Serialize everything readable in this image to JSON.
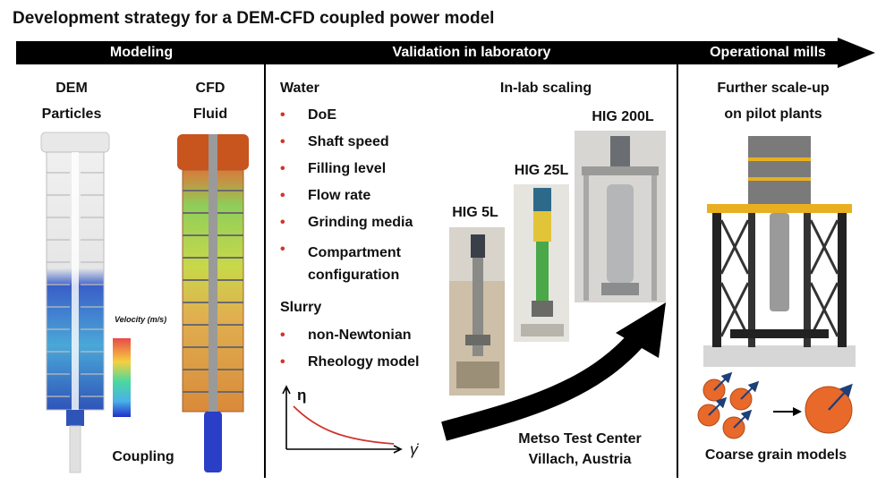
{
  "title": "Development strategy for a DEM-CFD coupled power model",
  "banner": {
    "sections": [
      "Modeling",
      "Validation in laboratory",
      "Operational mills"
    ],
    "colors": {
      "fill": "#000000",
      "text": "#ffffff"
    }
  },
  "modeling": {
    "dem_title": "DEM",
    "dem_subtitle": "Particles",
    "cfd_title": "CFD",
    "cfd_subtitle": "Fluid",
    "colorbar_label": "Velocity (m/s)",
    "coupling": "Coupling"
  },
  "validation": {
    "water_heading": "Water",
    "water_items": [
      "DoE",
      "Shaft speed",
      "Filling level",
      "Flow rate",
      "Grinding media",
      "Compartment configuration"
    ],
    "slurry_heading": "Slurry",
    "slurry_items": [
      "non-Newtonian",
      "Rheology model"
    ],
    "bullet_color": "#d0342c",
    "plot": {
      "y_symbol": "η",
      "x_symbol": "γ̇"
    },
    "scaling_heading": "In-lab scaling",
    "mills": [
      "HIG 5L",
      "HIG 25L",
      "HIG 200L"
    ],
    "test_center": [
      "Metso Test Center",
      "Villach, Austria"
    ]
  },
  "operational": {
    "heading": [
      "Further scale-up",
      "on pilot plants"
    ],
    "coarse_grain": "Coarse grain models",
    "grain_color": "#e8692a"
  }
}
